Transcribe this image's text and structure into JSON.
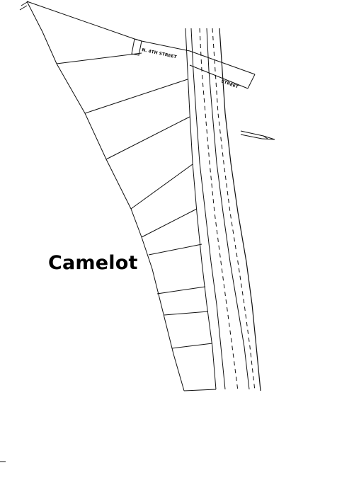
{
  "title": "Camelot",
  "streets": {
    "upper_label": "N. 4TH STREET",
    "right_label": "STREET"
  }
}
